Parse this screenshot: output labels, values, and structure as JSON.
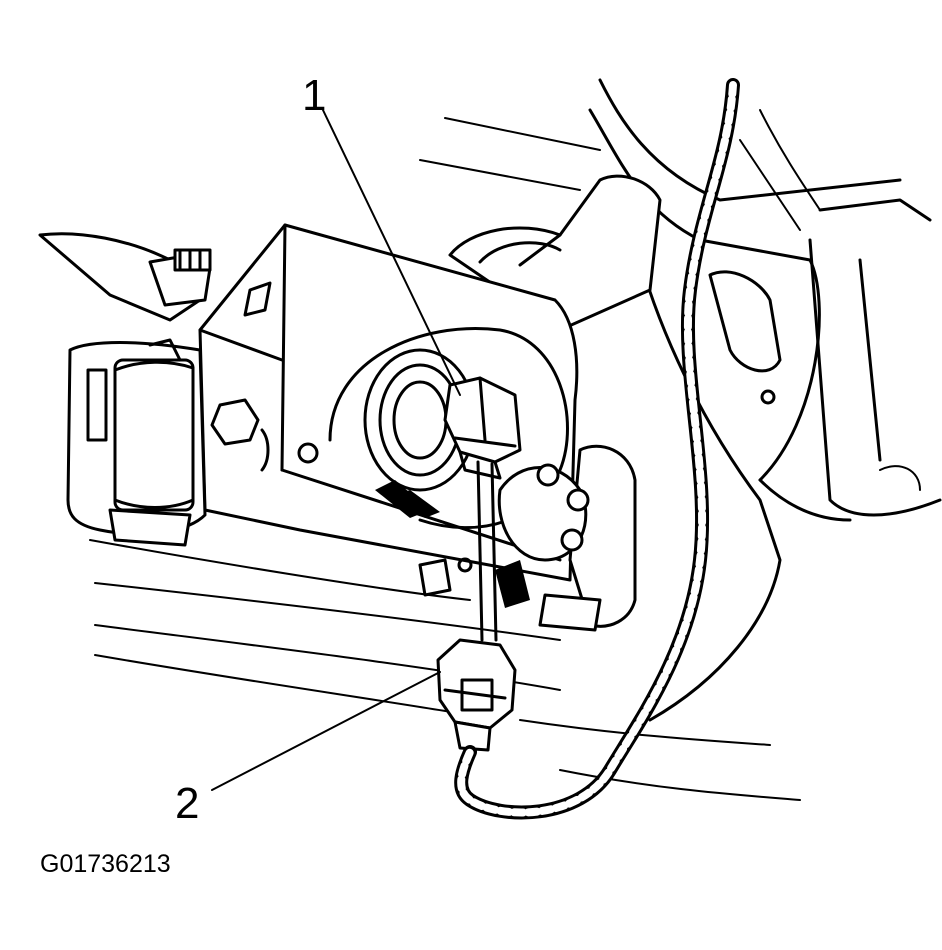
{
  "callouts": [
    {
      "label": "1"
    },
    {
      "label": "2"
    }
  ],
  "figure_id": "G01736213",
  "colors": {
    "ink": "#000000",
    "paper": "#ffffff"
  }
}
